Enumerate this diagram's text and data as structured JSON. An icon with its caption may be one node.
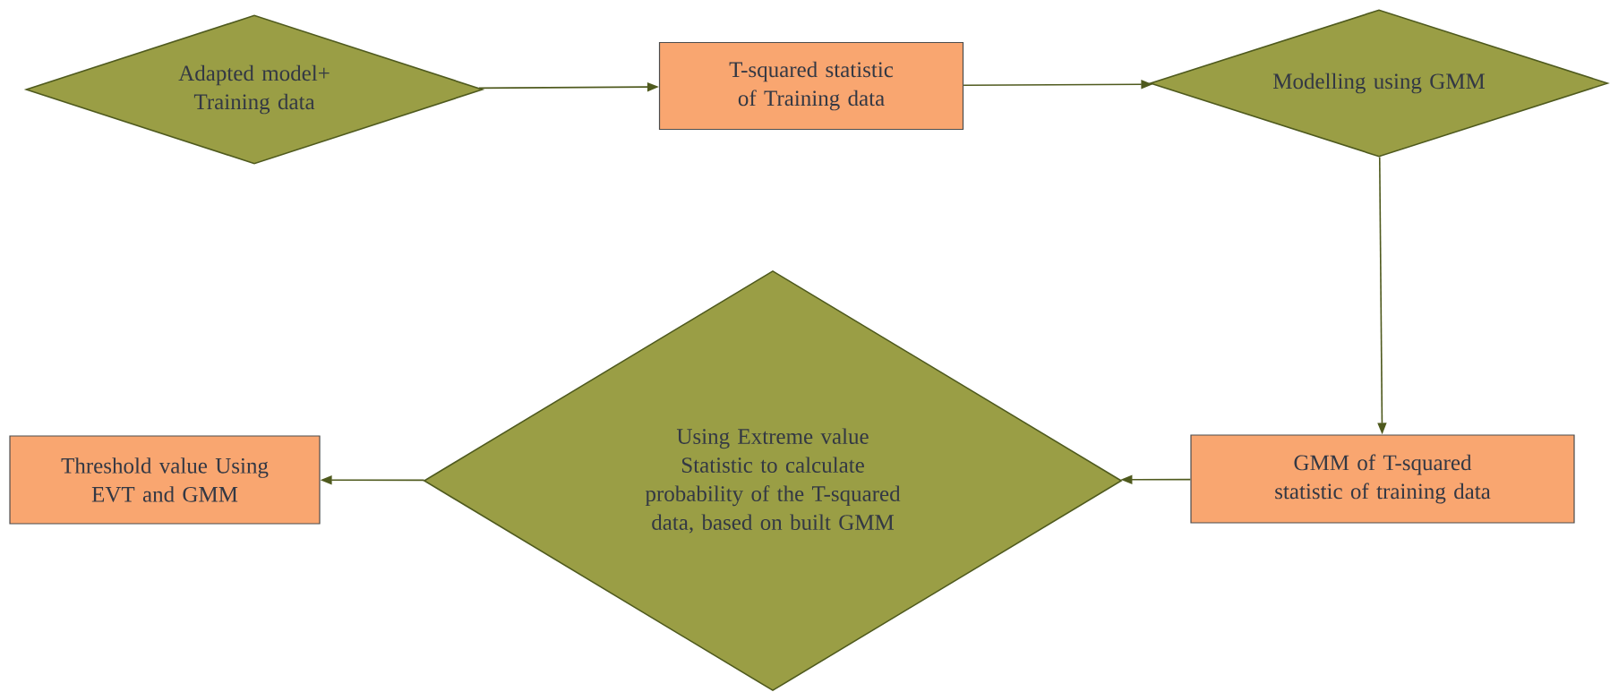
{
  "diagram": {
    "nodes": [
      {
        "text": [
          "Adapted model+ Training data"
        ]
      },
      {
        "text": [
          "T-squared statistic of Training data"
        ]
      },
      {
        "text": [
          "Modelling using GMM"
        ]
      },
      {
        "text": [
          "GMM of T-squared statistic of training data"
        ]
      },
      {
        "text": [
          "Using Extreme value Statistic to calculate probability of the T-squared data, based on built GMM"
        ]
      },
      {
        "text": [
          "Threshold value Using EVT and GMM"
        ]
      }
    ],
    "edges": [
      {
        "from": 0,
        "to": 1,
        "arrow": "to"
      },
      {
        "from": 1,
        "to": 2,
        "arrow": "to"
      },
      {
        "from": 2,
        "to": 3,
        "arrow": "to"
      },
      {
        "from": 3,
        "to": 4,
        "arrow": "to"
      },
      {
        "from": 4,
        "to": 5,
        "arrow": "to"
      }
    ]
  }
}
